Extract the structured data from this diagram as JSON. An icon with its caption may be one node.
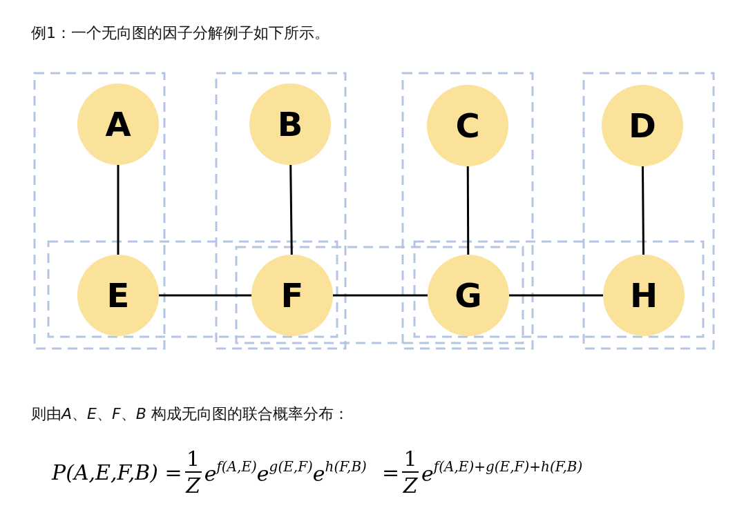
{
  "diagram": {
    "title": "例1：一个无向图的因子分解例子如下所示。",
    "nodes": [
      {
        "text": [
          "A"
        ]
      },
      {
        "text": [
          "B"
        ]
      },
      {
        "text": [
          "C"
        ]
      },
      {
        "text": [
          "D"
        ]
      },
      {
        "text": [
          "E"
        ]
      },
      {
        "text": [
          "F"
        ]
      },
      {
        "text": [
          "G"
        ]
      },
      {
        "text": [
          "H"
        ]
      }
    ],
    "edges": [
      {
        "from": 0,
        "to": 4,
        "arrow": "none"
      },
      {
        "from": 1,
        "to": 5,
        "arrow": "none"
      },
      {
        "from": 2,
        "to": 6,
        "arrow": "none"
      },
      {
        "from": 3,
        "to": 7,
        "arrow": "none"
      },
      {
        "from": 4,
        "to": 5,
        "arrow": "none"
      },
      {
        "from": 5,
        "to": 6,
        "arrow": "none"
      },
      {
        "from": 6,
        "to": 7,
        "arrow": "none"
      }
    ],
    "labels": [
      "则由",
      "*A*、*E*、*F*、*B* 构成无向图的联合概率分布：",
      "P(A,E,F,B) =",
      "1",
      "Z",
      "e$^{f(A,E)}$e$^{g(E,F)}$e$^{h(F,B)}$",
      "=",
      "1",
      "Z",
      "e$^{f(A,E)+g(E,F)+h(F,B)}$"
    ]
  }
}
